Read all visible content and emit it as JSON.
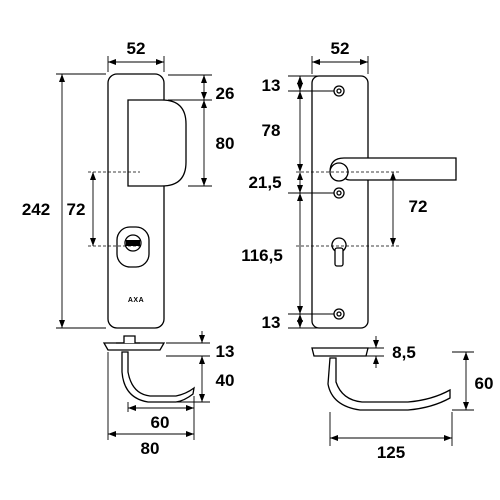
{
  "dimensions": {
    "left_width": "52",
    "right_width": "52",
    "left_total_height": "242",
    "left_cylinder_height": "72",
    "guard_top": "26",
    "guard_height": "80",
    "side_13_a": "13",
    "side_40": "40",
    "side_60_small": "60",
    "side_80": "80",
    "right_top_13": "13",
    "right_78": "78",
    "right_21_5": "21,5",
    "right_72": "72",
    "right_116_5": "116,5",
    "right_bottom_13": "13",
    "right_8_5": "8,5",
    "right_60": "60",
    "right_125": "125"
  },
  "brand": {
    "logo": "AXA"
  }
}
